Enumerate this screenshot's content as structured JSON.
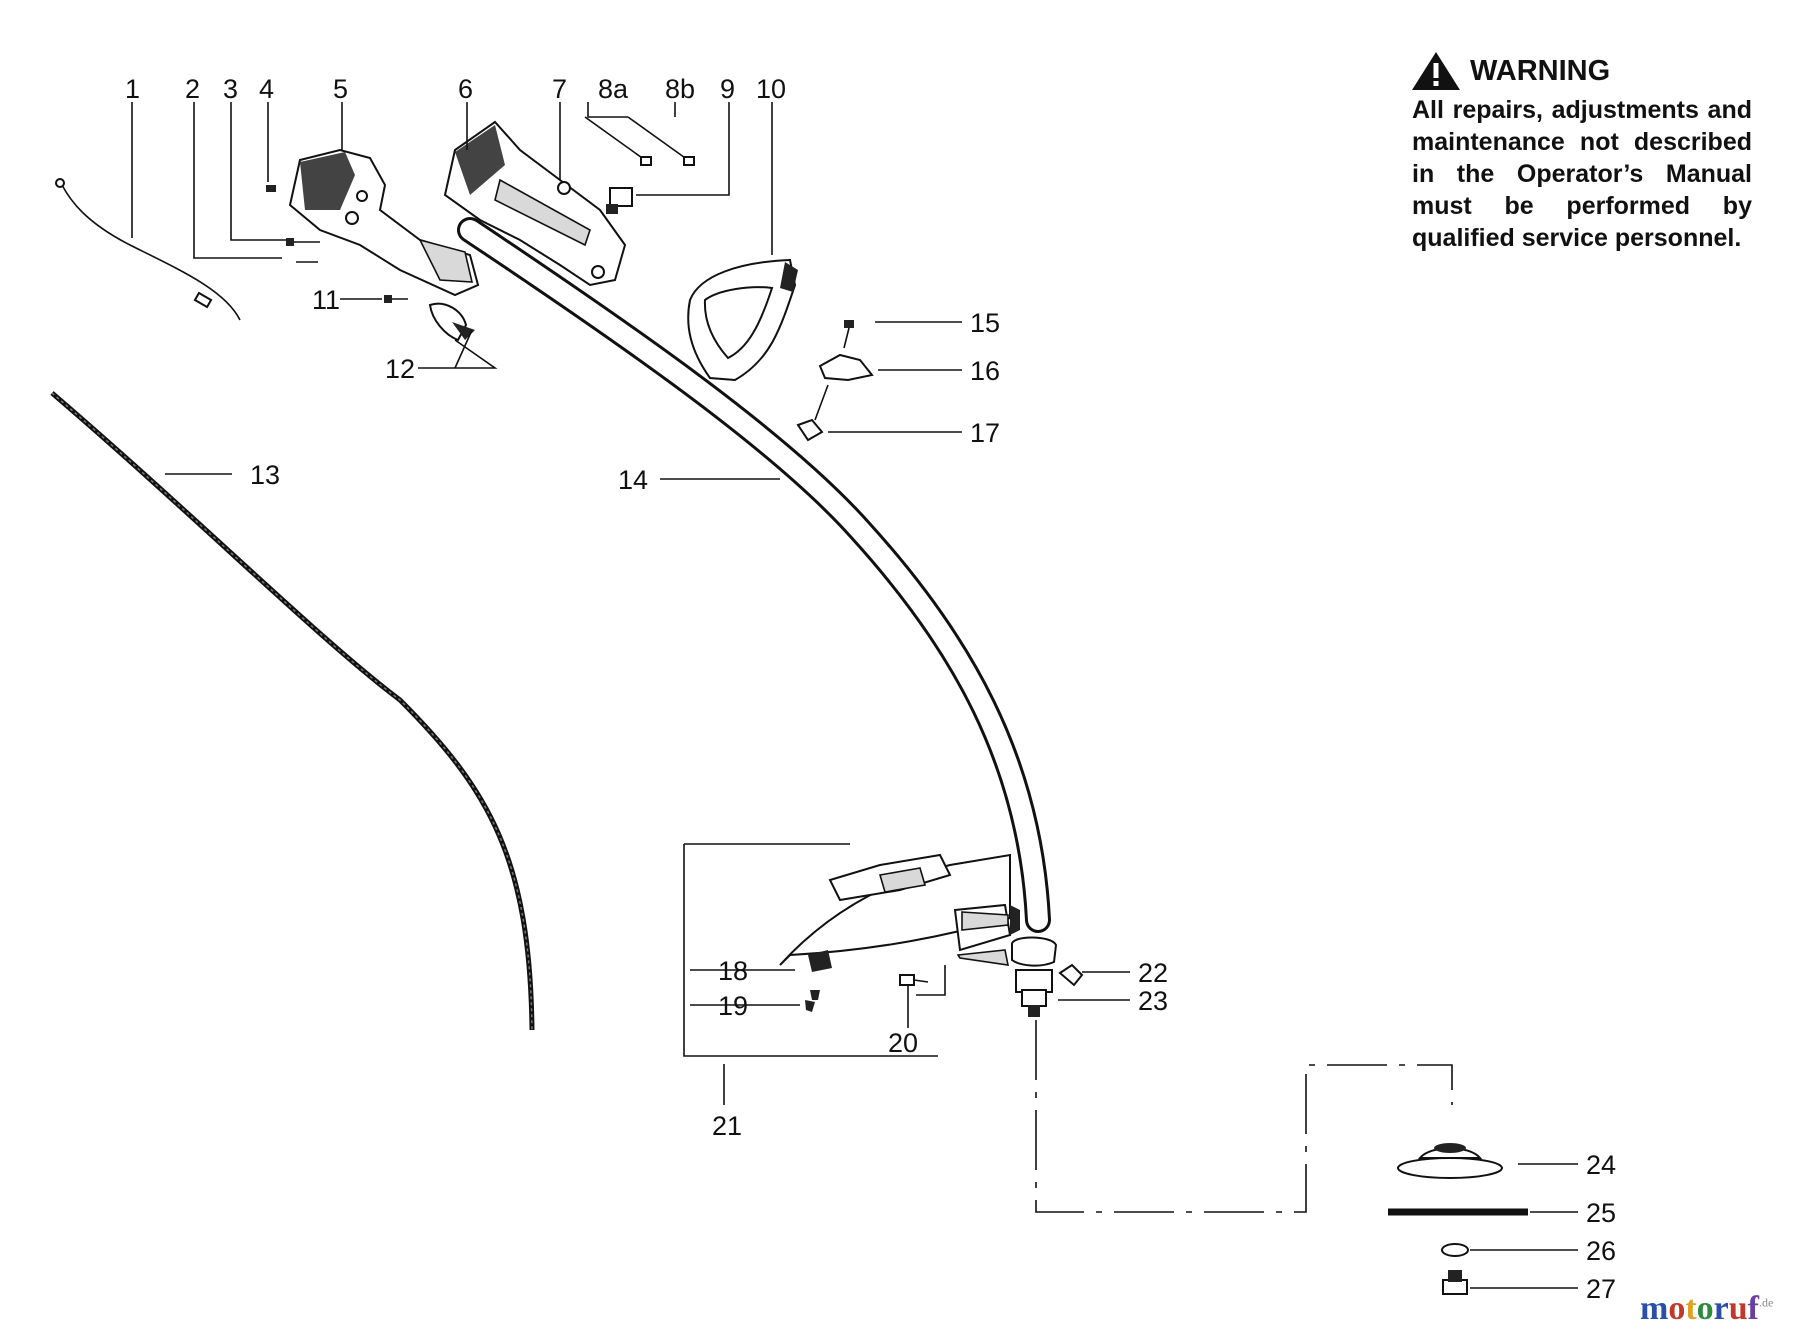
{
  "warning": {
    "title": "WARNING",
    "text": "All repairs, adjustments and maintenance not described in the Operator’s Manual must be performed by qualified service personnel.",
    "icon": "warning-triangle-icon"
  },
  "watermark": {
    "text": "motoruf",
    "suffix": ".de",
    "colors": [
      "#2a4fa8",
      "#c0392b",
      "#e0a020",
      "#2e8b3e",
      "#2a4fa8",
      "#c0392b",
      "#6a3fa0"
    ]
  },
  "callouts": {
    "c1": "1",
    "c2": "2",
    "c3": "3",
    "c4": "4",
    "c5": "5",
    "c6": "6",
    "c7": "7",
    "c8a": "8a",
    "c8b": "8b",
    "c9": "9",
    "c10": "10",
    "c11": "11",
    "c12": "12",
    "c13": "13",
    "c14": "14",
    "c15": "15",
    "c16": "16",
    "c17": "17",
    "c18": "18",
    "c19": "19",
    "c20": "20",
    "c21": "21",
    "c22": "22",
    "c23": "23",
    "c24": "24",
    "c25": "25",
    "c26": "26",
    "c27": "27"
  }
}
